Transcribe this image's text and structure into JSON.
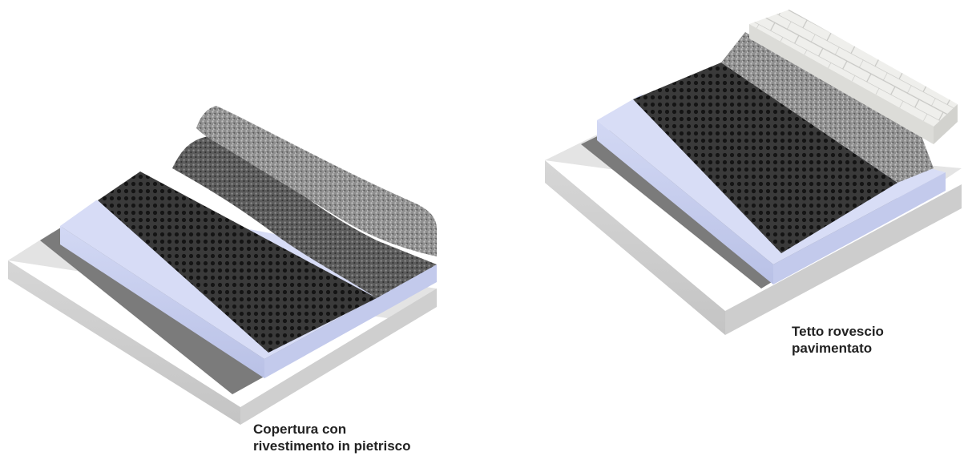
{
  "captions": {
    "left": {
      "line1": "Copertura con",
      "line2": "rivestimento in pietrisco"
    },
    "right": {
      "line1": "Tetto rovescio",
      "line2": "pavimentato"
    }
  },
  "colors": {
    "background": "#ffffff",
    "concrete": "#dcdcdc",
    "membrane": "#7b7b7b",
    "insulation": "#c9d0f0",
    "drainage_mat": "#2b2b2b",
    "gravel": "#9a9a9a",
    "pavers": "#ececea",
    "caption_text": "#222222"
  }
}
